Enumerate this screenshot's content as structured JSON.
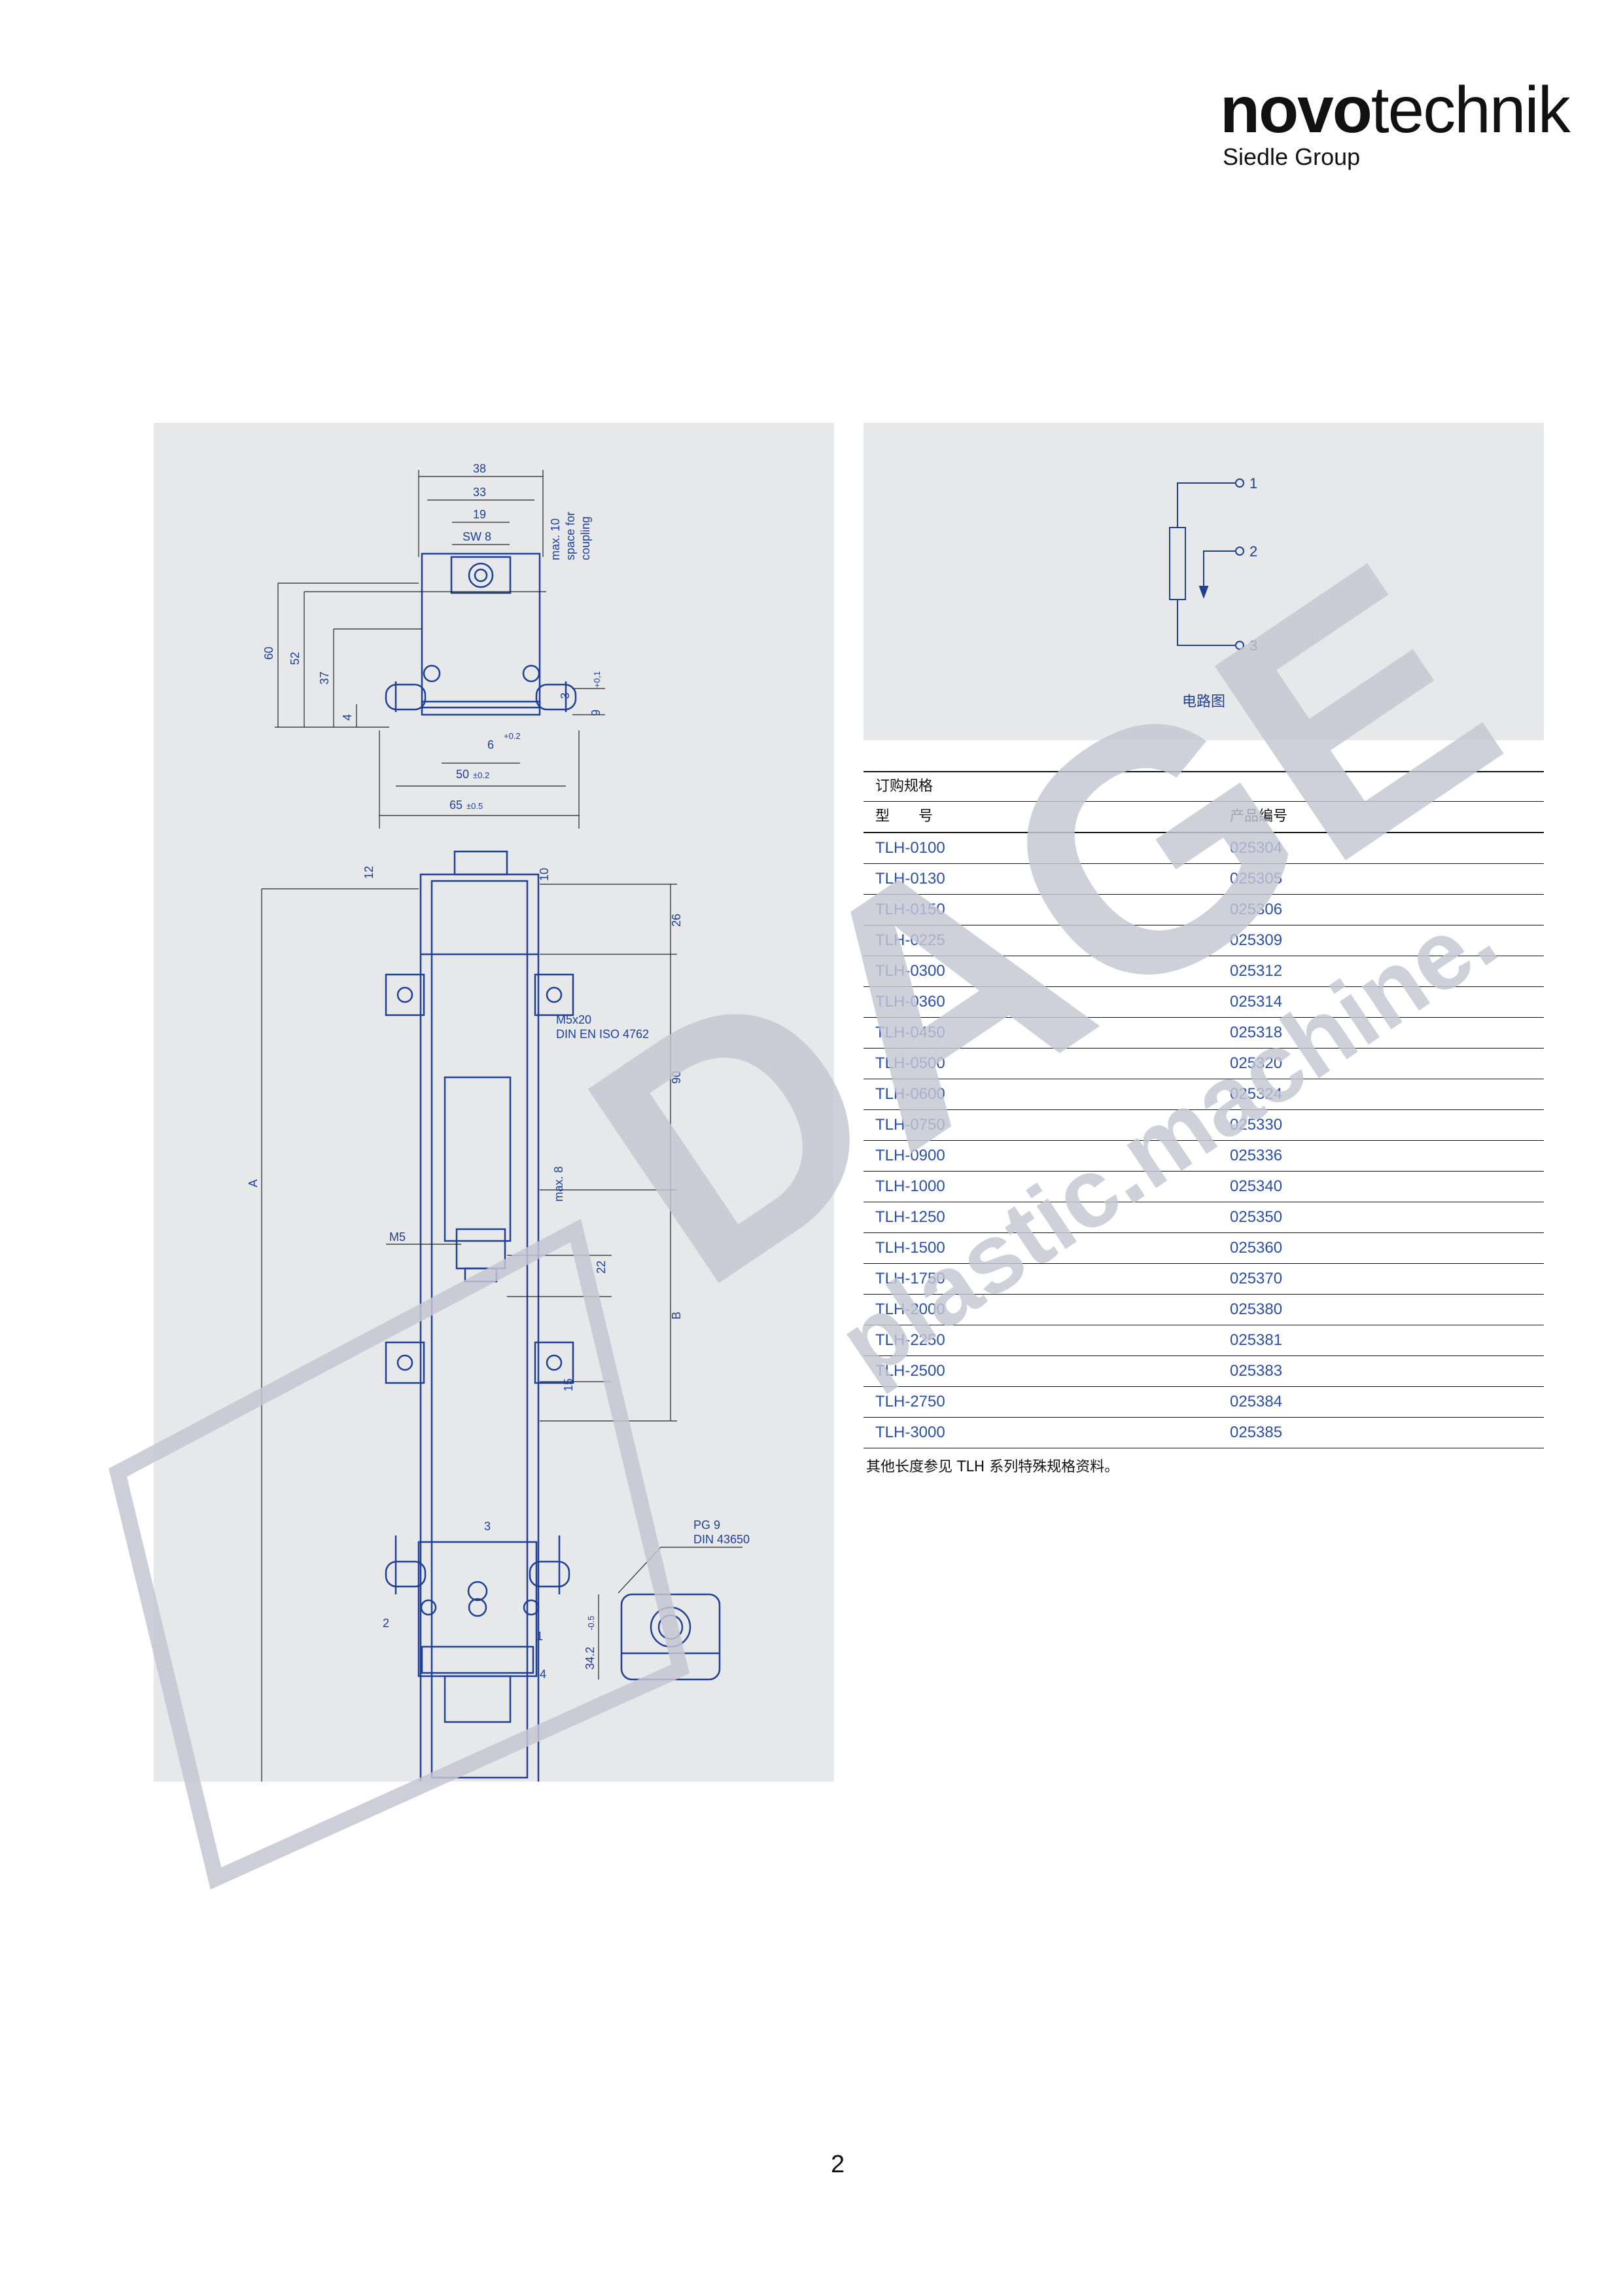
{
  "brand": {
    "name_bold": "novo",
    "name_light": "technik",
    "group": "Siedle Group"
  },
  "drawing": {
    "labels": {
      "d38": "38",
      "d33": "33",
      "d19": "19",
      "sw8": "SW 8",
      "space": [
        "max. 10",
        "space for",
        "coupling"
      ],
      "d60": "60",
      "d52": "52",
      "d37": "37",
      "d4": "4",
      "d3": "3",
      "d9": "9",
      "tol01": "+0,1",
      "tol02": "+0.2",
      "d6": "6",
      "d50": "50",
      "tol50": "±0.2",
      "d65": "65",
      "tol65": "±0.5",
      "d12": "12",
      "d10": "10",
      "d26": "26",
      "m5x20": "M5x20",
      "din4762": "DIN EN ISO 4762",
      "d90": "90",
      "A": "A",
      "max8": "max. 8",
      "m5": "M5",
      "d22": "22",
      "B": "B",
      "d15": "15",
      "n1": "1",
      "n2": "2",
      "n3": "3",
      "n4": "4",
      "pg9": "PG 9",
      "din43650": "DIN 43650",
      "d342": "34.2",
      "tol342": "-0.5"
    }
  },
  "circuit": {
    "caption": "电路图",
    "pins": [
      "1",
      "2",
      "3"
    ]
  },
  "order": {
    "title": "订购规格",
    "columns": [
      "型　　号",
      "产品编号"
    ],
    "rows": [
      [
        "TLH-0100",
        "025304"
      ],
      [
        "TLH-0130",
        "025305"
      ],
      [
        "TLH-0150",
        "025306"
      ],
      [
        "TLH-0225",
        "025309"
      ],
      [
        "TLH-0300",
        "025312"
      ],
      [
        "TLH-0360",
        "025314"
      ],
      [
        "TLH-0450",
        "025318"
      ],
      [
        "TLH-0500",
        "025320"
      ],
      [
        "TLH-0600",
        "025324"
      ],
      [
        "TLH-0750",
        "025330"
      ],
      [
        "TLH-0900",
        "025336"
      ],
      [
        "TLH-1000",
        "025340"
      ],
      [
        "TLH-1250",
        "025350"
      ],
      [
        "TLH-1500",
        "025360"
      ],
      [
        "TLH-1750",
        "025370"
      ],
      [
        "TLH-2000",
        "025380"
      ],
      [
        "TLH-2250",
        "025381"
      ],
      [
        "TLH-2500",
        "025383"
      ],
      [
        "TLH-2750",
        "025384"
      ],
      [
        "TLH-3000",
        "025385"
      ]
    ],
    "note": "其他长度参见 TLH 系列特殊规格资料。"
  },
  "watermark": {
    "big": "DAGE",
    "small": "plastic.machine."
  },
  "page_number": "2"
}
